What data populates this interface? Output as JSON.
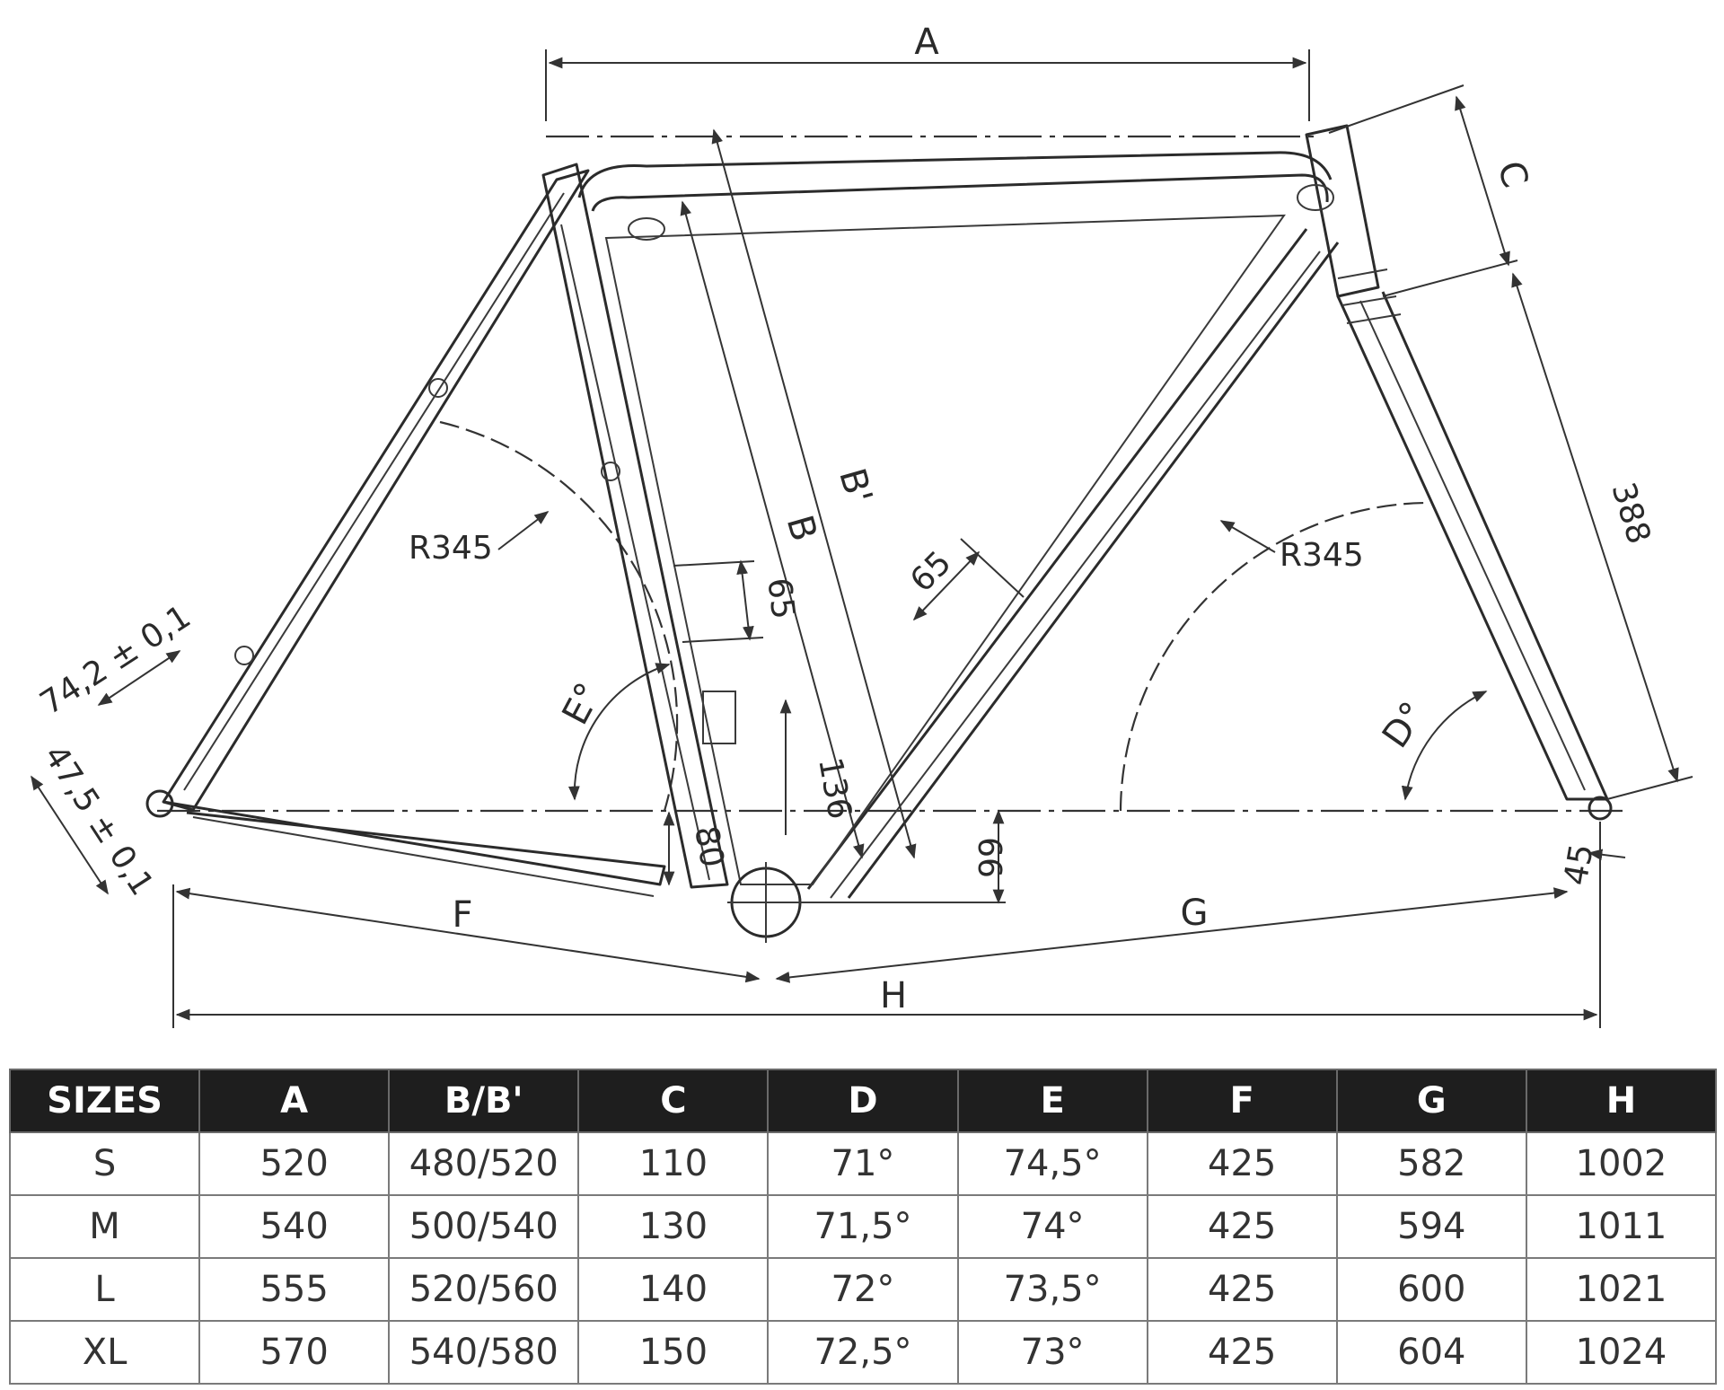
{
  "diagram": {
    "labels": {
      "a": "A",
      "b": "B",
      "b_prime": "B'",
      "c": "C",
      "d": "D°",
      "e": "E°",
      "f": "F",
      "g": "G",
      "h": "H",
      "r_left": "R345",
      "r_right": "R345",
      "fork_length": "388",
      "bb_drop": "66",
      "seat_65": "65",
      "top_65": "65",
      "dim_136": "136",
      "dim_80": "80",
      "dim_45": "45",
      "dropout_742": "74,2 ± 0,1",
      "dropout_475": "47,5 ± 0,1"
    }
  },
  "table": {
    "headers": [
      "SIZES",
      "A",
      "B/B'",
      "C",
      "D",
      "E",
      "F",
      "G",
      "H"
    ],
    "rows": [
      [
        "S",
        "520",
        "480/520",
        "110",
        "71°",
        "74,5°",
        "425",
        "582",
        "1002"
      ],
      [
        "M",
        "540",
        "500/540",
        "130",
        "71,5°",
        "74°",
        "425",
        "594",
        "1011"
      ],
      [
        "L",
        "555",
        "520/560",
        "140",
        "72°",
        "73,5°",
        "425",
        "600",
        "1021"
      ],
      [
        "XL",
        "570",
        "540/580",
        "150",
        "72,5°",
        "73°",
        "425",
        "604",
        "1024"
      ]
    ]
  }
}
